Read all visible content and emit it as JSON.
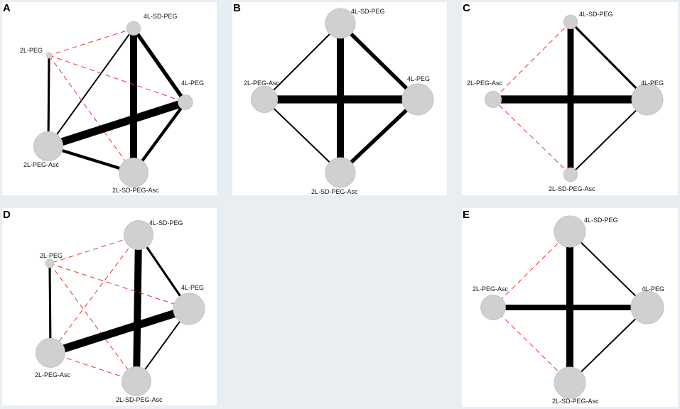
{
  "panels": [
    {
      "letter": "A",
      "nodes": [
        {
          "id": "4L-SD-PEG",
          "label": "4L-SD-PEG",
          "size": 0.35
        },
        {
          "id": "2L-PEG",
          "label": "2L-PEG",
          "size": 0.05
        },
        {
          "id": "4L-PEG",
          "label": "4L-PEG",
          "size": 0.38
        },
        {
          "id": "2L-PEG-Asc",
          "label": "2L-PEG-Asc",
          "size": 0.92
        },
        {
          "id": "2L-SD-PEG-Asc",
          "label": "2L-SD-PEG-Asc",
          "size": 0.92
        }
      ],
      "edges": [
        {
          "from": "4L-SD-PEG",
          "to": "2L-PEG",
          "style": "dashed",
          "weight": 1
        },
        {
          "from": "4L-SD-PEG",
          "to": "4L-PEG",
          "style": "solid",
          "weight": 4
        },
        {
          "from": "4L-SD-PEG",
          "to": "2L-PEG-Asc",
          "style": "solid",
          "weight": 1
        },
        {
          "from": "4L-SD-PEG",
          "to": "2L-SD-PEG-Asc",
          "style": "solid",
          "weight": 8
        },
        {
          "from": "2L-PEG",
          "to": "4L-PEG",
          "style": "dashed",
          "weight": 1
        },
        {
          "from": "2L-PEG",
          "to": "2L-PEG-Asc",
          "style": "solid",
          "weight": 2
        },
        {
          "from": "2L-PEG",
          "to": "2L-SD-PEG-Asc",
          "style": "dashed",
          "weight": 1
        },
        {
          "from": "4L-PEG",
          "to": "2L-PEG-Asc",
          "style": "solid",
          "weight": 9
        },
        {
          "from": "4L-PEG",
          "to": "2L-SD-PEG-Asc",
          "style": "solid",
          "weight": 3
        },
        {
          "from": "2L-PEG-Asc",
          "to": "2L-SD-PEG-Asc",
          "style": "solid",
          "weight": 3
        }
      ]
    },
    {
      "letter": "B",
      "nodes": [
        {
          "id": "4L-SD-PEG",
          "label": "4L-SD-PEG",
          "size": 0.95
        },
        {
          "id": "2L-PEG-Asc",
          "label": "2L-PEG-Asc",
          "size": 0.82
        },
        {
          "id": "4L-PEG",
          "label": "4L-PEG",
          "size": 1.0
        },
        {
          "id": "2L-SD-PEG-Asc",
          "label": "2L-SD-PEG-Asc",
          "size": 0.95
        }
      ],
      "edges": [
        {
          "from": "4L-SD-PEG",
          "to": "2L-PEG-Asc",
          "style": "solid",
          "weight": 1
        },
        {
          "from": "4L-SD-PEG",
          "to": "4L-PEG",
          "style": "solid",
          "weight": 4
        },
        {
          "from": "4L-SD-PEG",
          "to": "2L-SD-PEG-Asc",
          "style": "solid",
          "weight": 8
        },
        {
          "from": "2L-PEG-Asc",
          "to": "4L-PEG",
          "style": "solid",
          "weight": 9
        },
        {
          "from": "2L-PEG-Asc",
          "to": "2L-SD-PEG-Asc",
          "style": "solid",
          "weight": 1
        },
        {
          "from": "4L-PEG",
          "to": "2L-SD-PEG-Asc",
          "style": "solid",
          "weight": 4
        }
      ]
    },
    {
      "letter": "C",
      "nodes": [
        {
          "id": "4L-SD-PEG",
          "label": "4L-SD-PEG",
          "size": 0.35
        },
        {
          "id": "2L-PEG-Asc",
          "label": "2L-PEG-Asc",
          "size": 0.45
        },
        {
          "id": "4L-PEG",
          "label": "4L-PEG",
          "size": 1.0
        },
        {
          "id": "2L-SD-PEG-Asc",
          "label": "2L-SD-PEG-Asc",
          "size": 0.35
        }
      ],
      "edges": [
        {
          "from": "4L-SD-PEG",
          "to": "2L-PEG-Asc",
          "style": "dashed",
          "weight": 1
        },
        {
          "from": "4L-SD-PEG",
          "to": "4L-PEG",
          "style": "solid",
          "weight": 2
        },
        {
          "from": "4L-SD-PEG",
          "to": "2L-SD-PEG-Asc",
          "style": "solid",
          "weight": 7
        },
        {
          "from": "2L-PEG-Asc",
          "to": "4L-PEG",
          "style": "solid",
          "weight": 9
        },
        {
          "from": "2L-PEG-Asc",
          "to": "2L-SD-PEG-Asc",
          "style": "dashed",
          "weight": 1
        },
        {
          "from": "4L-PEG",
          "to": "2L-SD-PEG-Asc",
          "style": "solid",
          "weight": 1
        }
      ]
    },
    {
      "letter": "D",
      "nodes": [
        {
          "id": "4L-SD-PEG",
          "label": "4L-SD-PEG",
          "size": 0.92
        },
        {
          "id": "2L-PEG",
          "label": "2L-PEG",
          "size": 0.15
        },
        {
          "id": "4L-PEG",
          "label": "4L-PEG",
          "size": 1.0
        },
        {
          "id": "2L-PEG-Asc",
          "label": "2L-PEG-Asc",
          "size": 0.92
        },
        {
          "id": "2L-SD-PEG-Asc",
          "label": "2L-SD-PEG-Asc",
          "size": 0.92
        }
      ],
      "edges": [
        {
          "from": "4L-SD-PEG",
          "to": "2L-PEG",
          "style": "dashed",
          "weight": 1
        },
        {
          "from": "4L-SD-PEG",
          "to": "4L-PEG",
          "style": "solid",
          "weight": 2
        },
        {
          "from": "4L-SD-PEG",
          "to": "2L-PEG-Asc",
          "style": "dashed",
          "weight": 1
        },
        {
          "from": "4L-SD-PEG",
          "to": "2L-SD-PEG-Asc",
          "style": "solid",
          "weight": 8
        },
        {
          "from": "2L-PEG",
          "to": "4L-PEG",
          "style": "dashed",
          "weight": 1
        },
        {
          "from": "2L-PEG",
          "to": "2L-PEG-Asc",
          "style": "solid",
          "weight": 2
        },
        {
          "from": "2L-PEG",
          "to": "2L-SD-PEG-Asc",
          "style": "dashed",
          "weight": 1
        },
        {
          "from": "4L-PEG",
          "to": "2L-PEG-Asc",
          "style": "solid",
          "weight": 9
        },
        {
          "from": "4L-PEG",
          "to": "2L-SD-PEG-Asc",
          "style": "solid",
          "weight": 1
        },
        {
          "from": "2L-PEG-Asc",
          "to": "2L-SD-PEG-Asc",
          "style": "dashed",
          "weight": 1
        }
      ]
    },
    {
      "letter": "E",
      "nodes": [
        {
          "id": "4L-SD-PEG",
          "label": "4L-SD-PEG",
          "size": 0.95
        },
        {
          "id": "2L-PEG-Asc",
          "label": "2L-PEG-Asc",
          "size": 0.72
        },
        {
          "id": "4L-PEG",
          "label": "4L-PEG",
          "size": 1.0
        },
        {
          "id": "2L-SD-PEG-Asc",
          "label": "2L-SD-PEG-Asc",
          "size": 0.95
        }
      ],
      "edges": [
        {
          "from": "4L-SD-PEG",
          "to": "2L-PEG-Asc",
          "style": "dashed",
          "weight": 1
        },
        {
          "from": "4L-SD-PEG",
          "to": "4L-PEG",
          "style": "solid",
          "weight": 1
        },
        {
          "from": "4L-SD-PEG",
          "to": "2L-SD-PEG-Asc",
          "style": "solid",
          "weight": 8
        },
        {
          "from": "2L-PEG-Asc",
          "to": "4L-PEG",
          "style": "solid",
          "weight": 6
        },
        {
          "from": "2L-PEG-Asc",
          "to": "2L-SD-PEG-Asc",
          "style": "dashed",
          "weight": 1
        },
        {
          "from": "4L-PEG",
          "to": "2L-SD-PEG-Asc",
          "style": "solid",
          "weight": 1
        }
      ]
    }
  ],
  "colors": {
    "solid_edge": "#000000",
    "dashed_edge": "#e8322c",
    "node_fill": "#d0d0d0",
    "panel_bg": "#ffffff",
    "page_bg": "#e8eef1"
  }
}
